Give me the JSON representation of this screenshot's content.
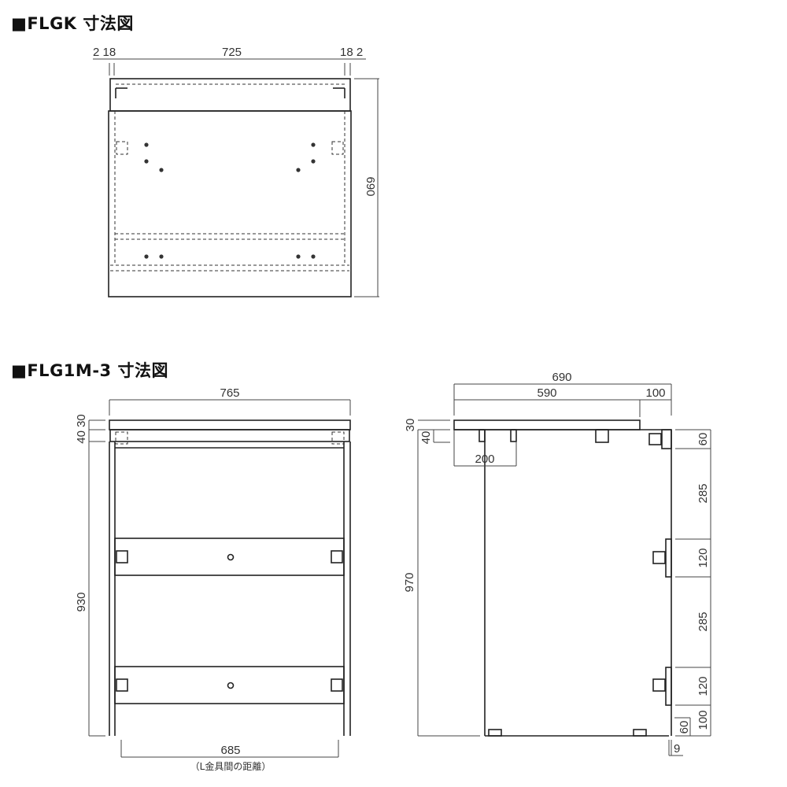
{
  "flgk": {
    "title": "■FLGK 寸法図",
    "dims": {
      "left": "2 18",
      "width": "725",
      "right": "18 2",
      "depth": "690"
    }
  },
  "flg1m3": {
    "title": "■FLG1M-3 寸法図",
    "front": {
      "width": "765",
      "top_dims": "40 30",
      "height": "930",
      "bracket_span": "685",
      "bracket_note": "（L金具間の距離）"
    },
    "side": {
      "depth": "690",
      "main": "590",
      "overhang": "100",
      "top": "30",
      "apron": "40",
      "leg_offset": "200",
      "height": "970",
      "right_dims": [
        "60",
        "285",
        "120",
        "285",
        "120",
        "100"
      ],
      "small_60": "60",
      "gap": "9"
    }
  }
}
